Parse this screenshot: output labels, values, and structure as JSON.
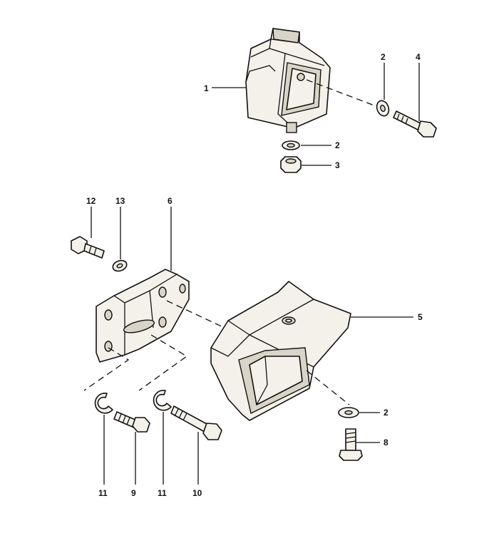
{
  "callouts": {
    "c1": "1",
    "c2a": "2",
    "c2b": "2",
    "c2c": "2",
    "c3": "3",
    "c4": "4",
    "c5": "5",
    "c6": "6",
    "c8": "8",
    "c9": "9",
    "c10": "10",
    "c11a": "11",
    "c11b": "11",
    "c12": "12",
    "c13": "13"
  }
}
